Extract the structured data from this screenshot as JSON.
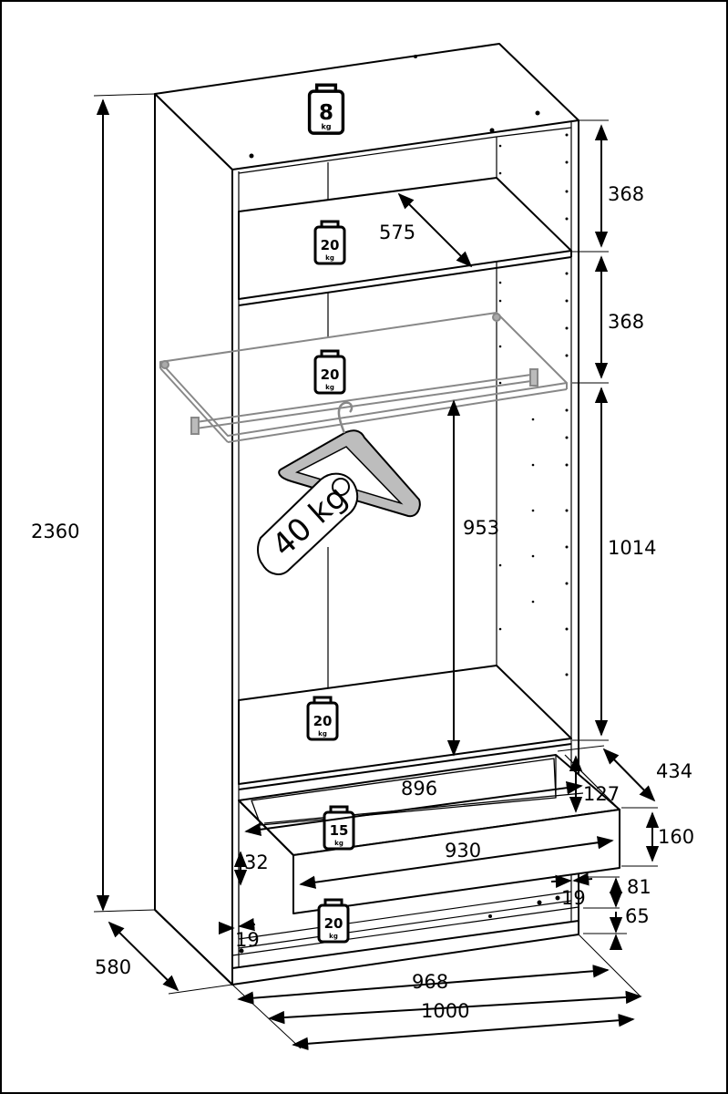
{
  "weights": {
    "top": {
      "value": "8",
      "unit": "kg"
    },
    "shelf_upper": {
      "value": "20",
      "unit": "kg"
    },
    "shelf_glass": {
      "value": "20",
      "unit": "kg"
    },
    "bottom_shelf": {
      "value": "20",
      "unit": "kg"
    },
    "drawer": {
      "value": "15",
      "unit": "kg"
    },
    "base": {
      "value": "20",
      "unit": "kg"
    }
  },
  "hanger_load": "40 kg",
  "dimensions": {
    "total_height": "2360",
    "depth": "580",
    "upper_gap": "368",
    "middle_gap": "368",
    "hanging_height": "1014",
    "rail_clearance": "953",
    "shelf_depth": "575",
    "drawer_depth": "434",
    "drawer_inner_width": "896",
    "drawer_inner_height": "127",
    "drawer_front_height": "160",
    "drawer_front_width": "930",
    "drawer_offset_left": "32",
    "drawer_gap_bottom": "81",
    "plinth_height": "65",
    "side_thickness_left": "19",
    "side_thickness_right": "19",
    "inner_width": "968",
    "total_width": "1000"
  }
}
